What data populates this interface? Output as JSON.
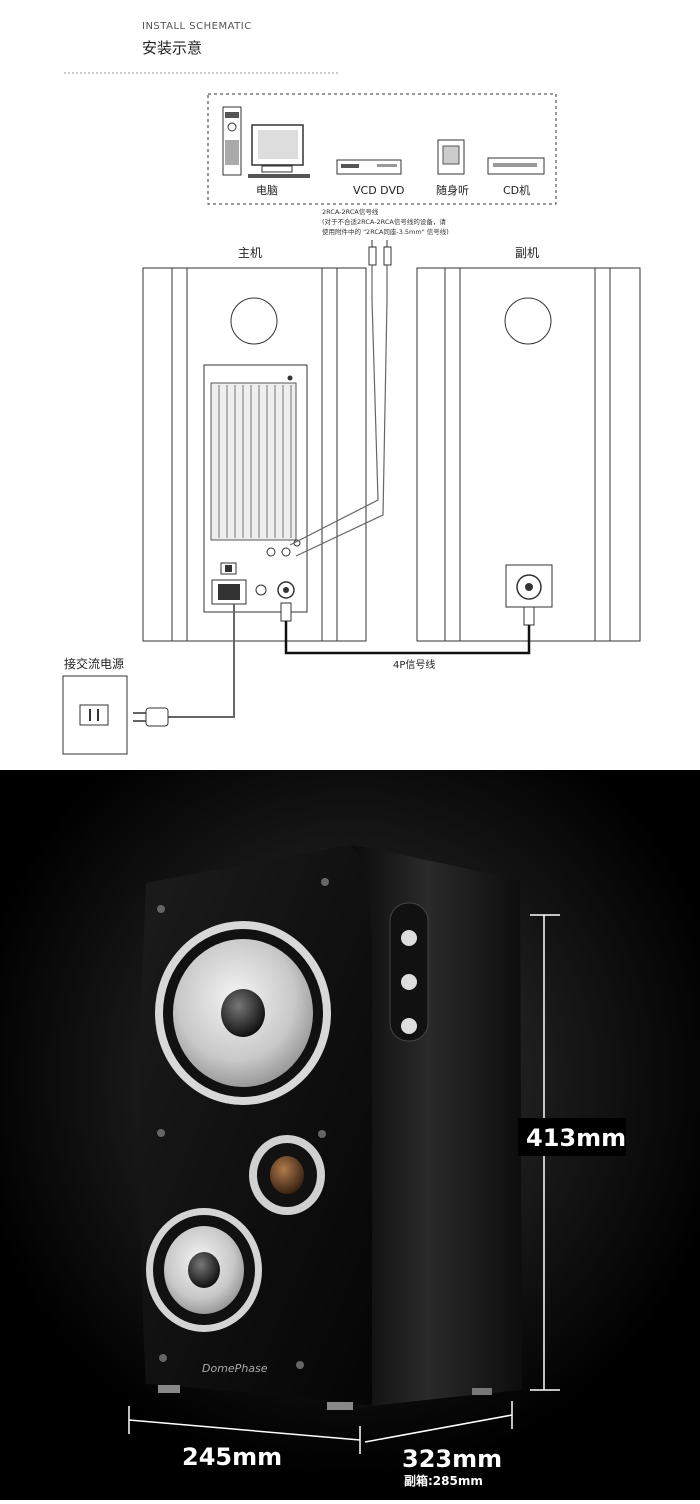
{
  "header": {
    "subtitle_en": "INSTALL SCHEMATIC",
    "title_cn": "安装示意"
  },
  "sources": [
    {
      "label": "电脑",
      "icon": "computer-icon"
    },
    {
      "label": "VCD DVD",
      "icon": "dvd-player-icon"
    },
    {
      "label": "随身听",
      "icon": "walkman-icon"
    },
    {
      "label": "CD机",
      "icon": "cd-player-icon"
    }
  ],
  "cable_note": {
    "line1": "2RCA-2RCA信号线",
    "line2": "(对于不合适2RCA-2RCA信号线的设备，请",
    "line3": "使用附件中的 \"2RCA同座-3.5mm\" 信号线)"
  },
  "speakers": {
    "main_label": "主机",
    "sub_label": "副机"
  },
  "power_label": "接交流电源",
  "link_cable_label": "4P信号线",
  "product": {
    "logo_text": "DomePhase",
    "height_dim": "413mm",
    "width_dim": "245mm",
    "depth_dim": "323mm",
    "sub_depth_dim": "副箱:285mm"
  },
  "colors": {
    "diagram_line": "#333333",
    "photo_bg": "#000000",
    "dimension_text": "#ffffff"
  }
}
